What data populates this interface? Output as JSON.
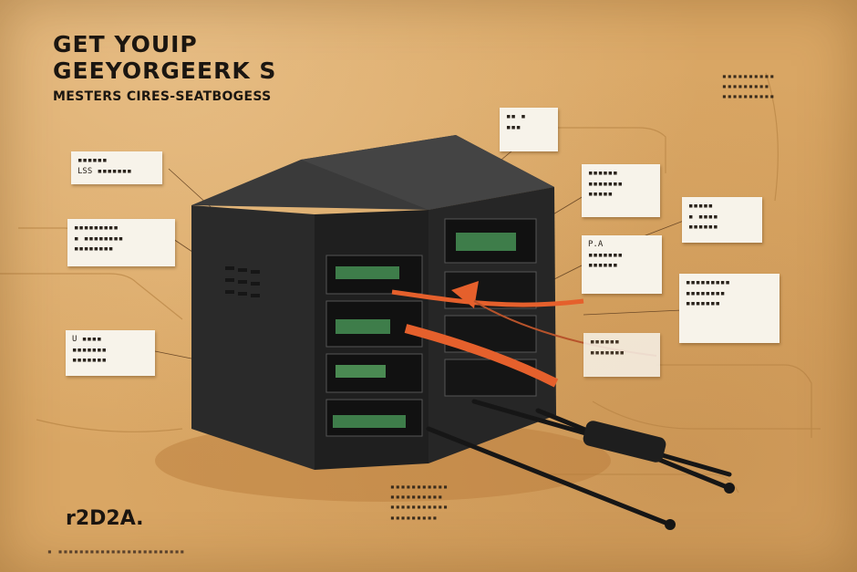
{
  "headline": {
    "line1": "GET YOUIP",
    "line2": "GEEYORGEERK S",
    "line3": "MESTERS CIRES-SEATBOGESS"
  },
  "notes": [
    {
      "id": "note-left-1",
      "text": "▪▪▪▪▪▪\nLSS ▪▪▪▪▪▪▪"
    },
    {
      "id": "note-left-2",
      "text": "▪▪▪▪▪▪▪▪▪\n▪ ▪▪▪▪▪▪▪▪\n▪▪▪▪▪▪▪▪"
    },
    {
      "id": "note-left-3",
      "text": "U ▪▪▪▪\n▪▪▪▪▪▪▪\n▪▪▪▪▪▪▪"
    },
    {
      "id": "note-top",
      "text": "▪▪ ▪\n▪▪▪"
    },
    {
      "id": "note-right-1",
      "text": "▪▪▪▪▪▪\n▪▪▪▪▪▪▪\n▪▪▪▪▪"
    },
    {
      "id": "note-right-2",
      "text": "▪▪▪▪▪\n▪ ▪▪▪▪\n▪▪▪▪▪▪"
    },
    {
      "id": "note-right-3",
      "text": "P.A\n▪▪▪▪▪▪▪\n▪▪▪▪▪▪"
    },
    {
      "id": "note-right-4",
      "text": "▪▪▪▪▪▪▪▪▪\n▪▪▪▪▪▪▪▪\n▪▪▪▪▪▪▪"
    },
    {
      "id": "note-right-5",
      "text": "▪▪▪▪▪▪\n▪▪▪▪▪▪▪"
    }
  ],
  "scribbles": {
    "top_right": "▪▪▪▪▪▪▪▪▪▪\n▪▪▪▪▪▪▪▪▪\n▪▪▪▪▪▪▪▪▪▪",
    "bottom_center": "▪▪▪▪▪▪▪▪▪▪▪\n▪▪▪▪▪▪▪▪▪▪\n▪▪▪▪▪▪▪▪▪▪▪\n▪▪▪▪▪▪▪▪▪"
  },
  "bottom_code": "r2D2A.",
  "footer": "▪ ▪▪▪▪▪▪▪▪▪▪▪▪▪▪▪▪▪▪▪▪▪▪▪▪",
  "colors": {
    "background": "#d9a664",
    "server_body": "#2b2b2b",
    "server_side": "#1e1e1e",
    "accent_cable": "#e5602c",
    "pcb_green": "#3e7d4a",
    "paper": "#f7f3ea"
  }
}
